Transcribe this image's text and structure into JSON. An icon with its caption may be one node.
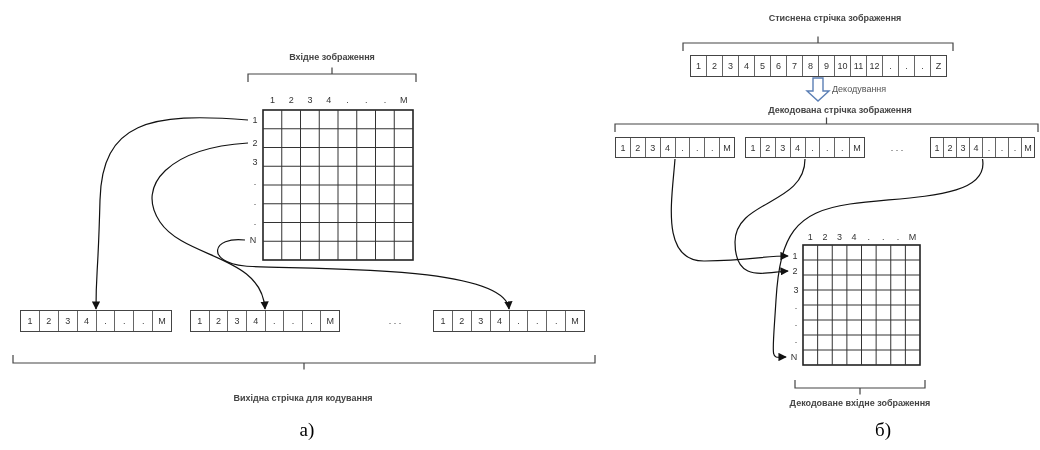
{
  "diagram": {
    "nodes": [
      {
        "text": [
          "1"
        ]
      },
      {
        "text": [
          "2"
        ]
      },
      {
        "text": [
          "N"
        ]
      },
      {
        "text": [
          "1",
          "2",
          "3",
          "4",
          ".",
          ".",
          ".",
          "M"
        ]
      },
      {
        "text": [
          "1",
          "2",
          "3",
          "4",
          ".",
          ".",
          ".",
          "M"
        ]
      },
      {
        "text": [
          "1",
          "2",
          "3",
          "4",
          ".",
          ".",
          ".",
          "M"
        ]
      },
      {
        "text": [
          "1",
          "2",
          "3",
          "4",
          "5",
          "6",
          "7",
          "8",
          "9",
          "10",
          "11",
          "12",
          ".",
          ".",
          ".",
          "Z"
        ]
      },
      {
        "text": [
          "1",
          "2",
          "3",
          "4",
          ".",
          ".",
          ".",
          "M"
        ]
      },
      {
        "text": [
          "1",
          "2",
          "3",
          "4",
          ".",
          ".",
          ".",
          "M"
        ]
      },
      {
        "text": [
          "1",
          "2",
          "3",
          "4",
          ".",
          ".",
          ".",
          "M"
        ]
      },
      {
        "text": [
          "1"
        ]
      },
      {
        "text": [
          "2"
        ]
      },
      {
        "text": [
          "N"
        ]
      }
    ],
    "edges": [
      {
        "from": 0,
        "to": 3,
        "arrow": "to"
      },
      {
        "from": 1,
        "to": 4,
        "arrow": "to"
      },
      {
        "from": 2,
        "to": 5,
        "arrow": "to"
      },
      {
        "from": 6,
        "to": null,
        "arrow": "to",
        "label": "Декодування"
      },
      {
        "from": 7,
        "to": 10,
        "arrow": "to"
      },
      {
        "from": 8,
        "to": 11,
        "arrow": "to"
      },
      {
        "from": 9,
        "to": 12,
        "arrow": "to"
      }
    ],
    "labels": [
      "Вхідне зображення",
      "1",
      "2",
      "3",
      "4",
      ".",
      ".",
      ".",
      "M",
      "3",
      ".",
      ".",
      ".",
      ". . .",
      "Вихідна стрічка для кодування",
      "а)",
      "Стиснена стрічка зображення",
      "Декодована стрічка зображення",
      ". . .",
      "1",
      "2",
      "3",
      "4",
      ".",
      ".",
      ".",
      "M",
      "3",
      ".",
      ".",
      ".",
      "Декодоване вхідне зображення",
      "б)"
    ]
  }
}
